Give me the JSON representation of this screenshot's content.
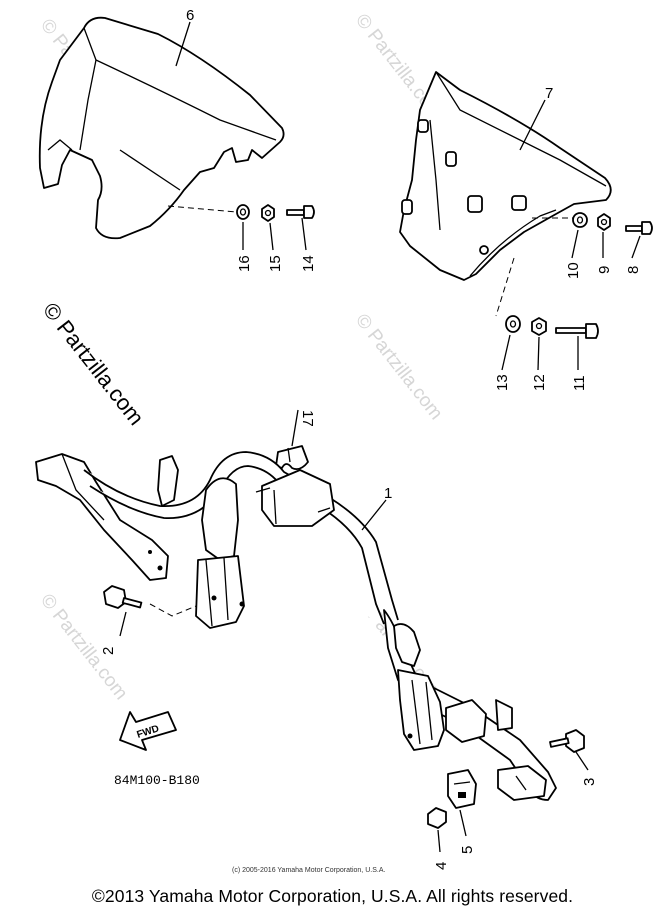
{
  "diagram": {
    "callouts": {
      "c1": "1",
      "c2": "2",
      "c3": "3",
      "c4": "4",
      "c5": "5",
      "c6": "6",
      "c7": "7",
      "c8": "8",
      "c9": "9",
      "c10": "10",
      "c11": "11",
      "c12": "12",
      "c13": "13",
      "c14": "14",
      "c15": "15",
      "c16": "16",
      "c17": "17"
    },
    "fwd_label": "FWD",
    "reference_code": "84M100-B180",
    "small_credit": "(c) 2005-2016 Yamaha Motor Corporation, U.S.A.",
    "watermark": "© Partzilla.com"
  },
  "footer": {
    "copyright": "©2013 Yamaha Motor Corporation, U.S.A. All rights reserved."
  }
}
